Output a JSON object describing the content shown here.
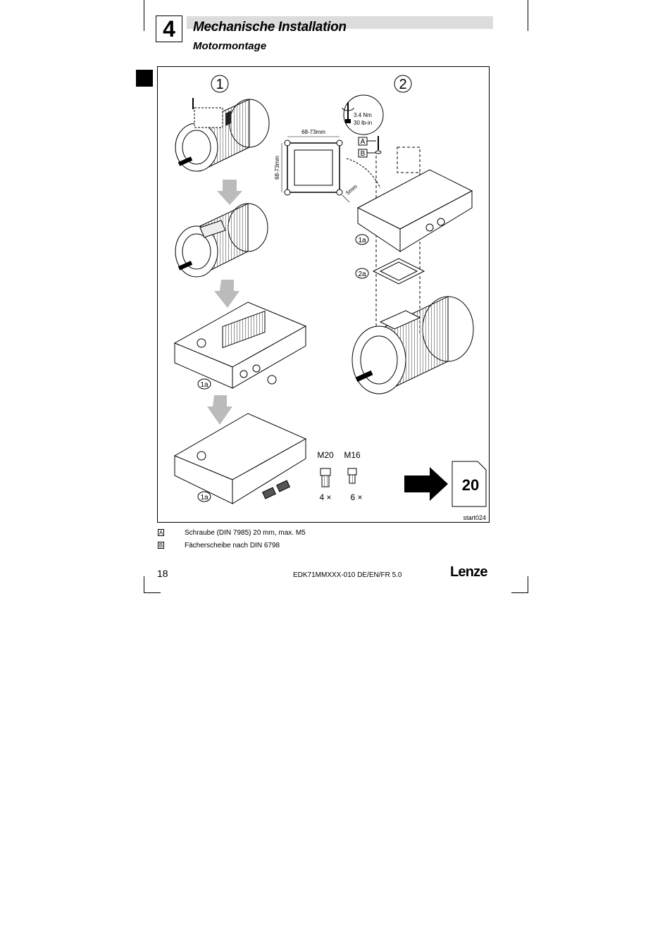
{
  "chapter": {
    "number": "4",
    "title": "Mechanische Installation",
    "subtitle": "Motormontage"
  },
  "figure": {
    "step1_label": "1",
    "step2_label": "2",
    "torque_nm": "3.4 Nm",
    "torque_lbin": "30 lb-in",
    "dim_horizontal": "68-73mm",
    "dim_vertical": "68-73mm",
    "dim_offset": "5mm",
    "callout_A": "A",
    "callout_B": "B",
    "callout_1a": "1a",
    "callout_2a": "2a",
    "gland_m20": "M20",
    "gland_m16": "M16",
    "count_m20": "4 ×",
    "count_m16": "6 ×",
    "next_page": "20",
    "figure_id": "start024"
  },
  "legend": [
    {
      "key": "A",
      "text": "Schraube (DIN 7985) 20 mm, max. M5"
    },
    {
      "key": "B",
      "text": "Fächerscheibe nach DIN 6798"
    }
  ],
  "footer": {
    "page_number": "18",
    "doc_id": "EDK71MMXXX-010 DE/EN/FR 5.0",
    "brand": "Lenze"
  }
}
